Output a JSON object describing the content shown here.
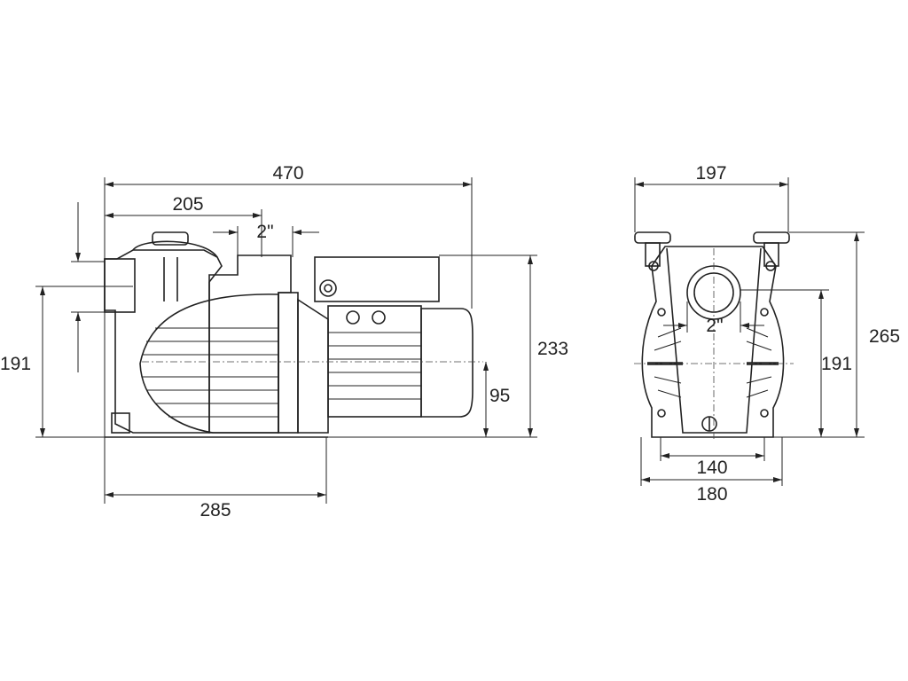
{
  "side_view": {
    "overall_length": "470",
    "inlet_to_outlet": "205",
    "outlet_size": "2\"",
    "overall_height": "233",
    "inlet_height": "191",
    "shaft_height": "95",
    "base_length": "285"
  },
  "front_view": {
    "overall_width": "197",
    "overall_height": "265",
    "inlet_height": "191",
    "inlet_size": "2\"",
    "mount_hole_spacing": "140",
    "base_width": "180"
  }
}
